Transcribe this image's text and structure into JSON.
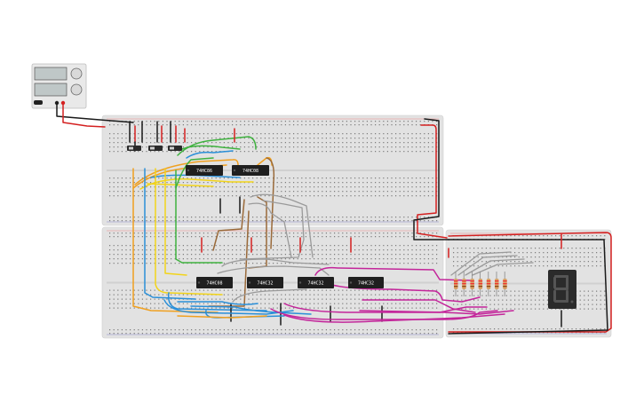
{
  "power_supply": {
    "name": "power-supply"
  },
  "chips": [
    {
      "label": "74HC86"
    },
    {
      "label": "74HC08"
    },
    {
      "label": "74HC08"
    },
    {
      "label": "74HC32"
    },
    {
      "label": "74HC32"
    },
    {
      "label": "74HC32"
    }
  ],
  "switches": [
    {
      "name": "switch-1"
    },
    {
      "name": "switch-2"
    },
    {
      "name": "switch-3"
    }
  ],
  "resistors": [
    {
      "name": "resistor-1"
    },
    {
      "name": "resistor-2"
    },
    {
      "name": "resistor-3"
    },
    {
      "name": "resistor-4"
    },
    {
      "name": "resistor-5"
    },
    {
      "name": "resistor-6"
    },
    {
      "name": "resistor-7"
    }
  ],
  "display": {
    "name": "seven-segment-display",
    "digit": "8"
  },
  "colors": {
    "breadboard": "#e2e2e2",
    "chip": "#1f1f1f",
    "wire_red": "#d42020",
    "wire_black": "#1a1a1a",
    "wire_orange": "#f0a020",
    "wire_yellow": "#f2d41a",
    "wire_green": "#3fb23f",
    "wire_blue": "#2a8fd8",
    "wire_brown": "#9a6a3a",
    "wire_gray": "#9a9a9a",
    "wire_magenta": "#c3259a"
  }
}
